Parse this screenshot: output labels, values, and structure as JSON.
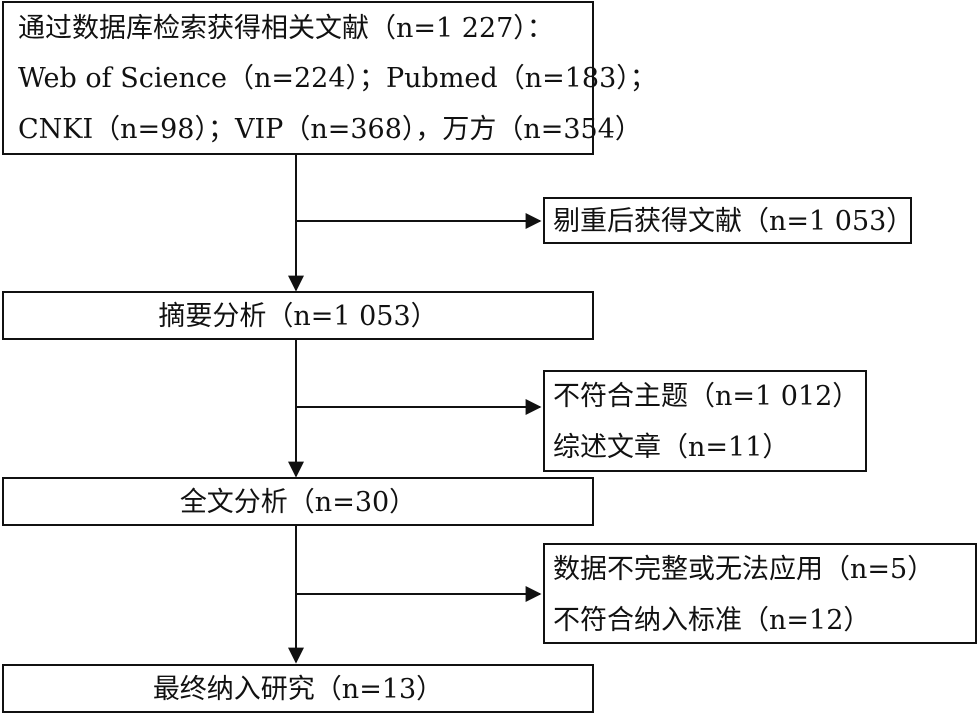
{
  "flowchart": {
    "step1": {
      "lines": [
        "通过数据库检索获得相关文献（n=1 227）：",
        "Web of Science（n=224）；Pubmed（n=183）；",
        "CNKI（n=98）；VIP（n=368），万方（n=354）"
      ]
    },
    "exclusion1": {
      "lines": [
        "剔重后获得文献（n=1 053）"
      ]
    },
    "step2": {
      "lines": [
        "摘要分析（n=1 053）"
      ]
    },
    "exclusion2": {
      "lines": [
        "不符合主题（n=1 012）",
        "综述文章（n=11）"
      ]
    },
    "step3": {
      "lines": [
        "全文分析（n=30）"
      ]
    },
    "exclusion3": {
      "lines": [
        "数据不完整或无法应用（n=5）",
        "不符合纳入标准（n=12）"
      ]
    },
    "step4": {
      "lines": [
        "最终纳入研究（n=13）"
      ]
    }
  },
  "colors": {
    "stroke": "#111111",
    "background": "#ffffff",
    "text": "#111111"
  }
}
